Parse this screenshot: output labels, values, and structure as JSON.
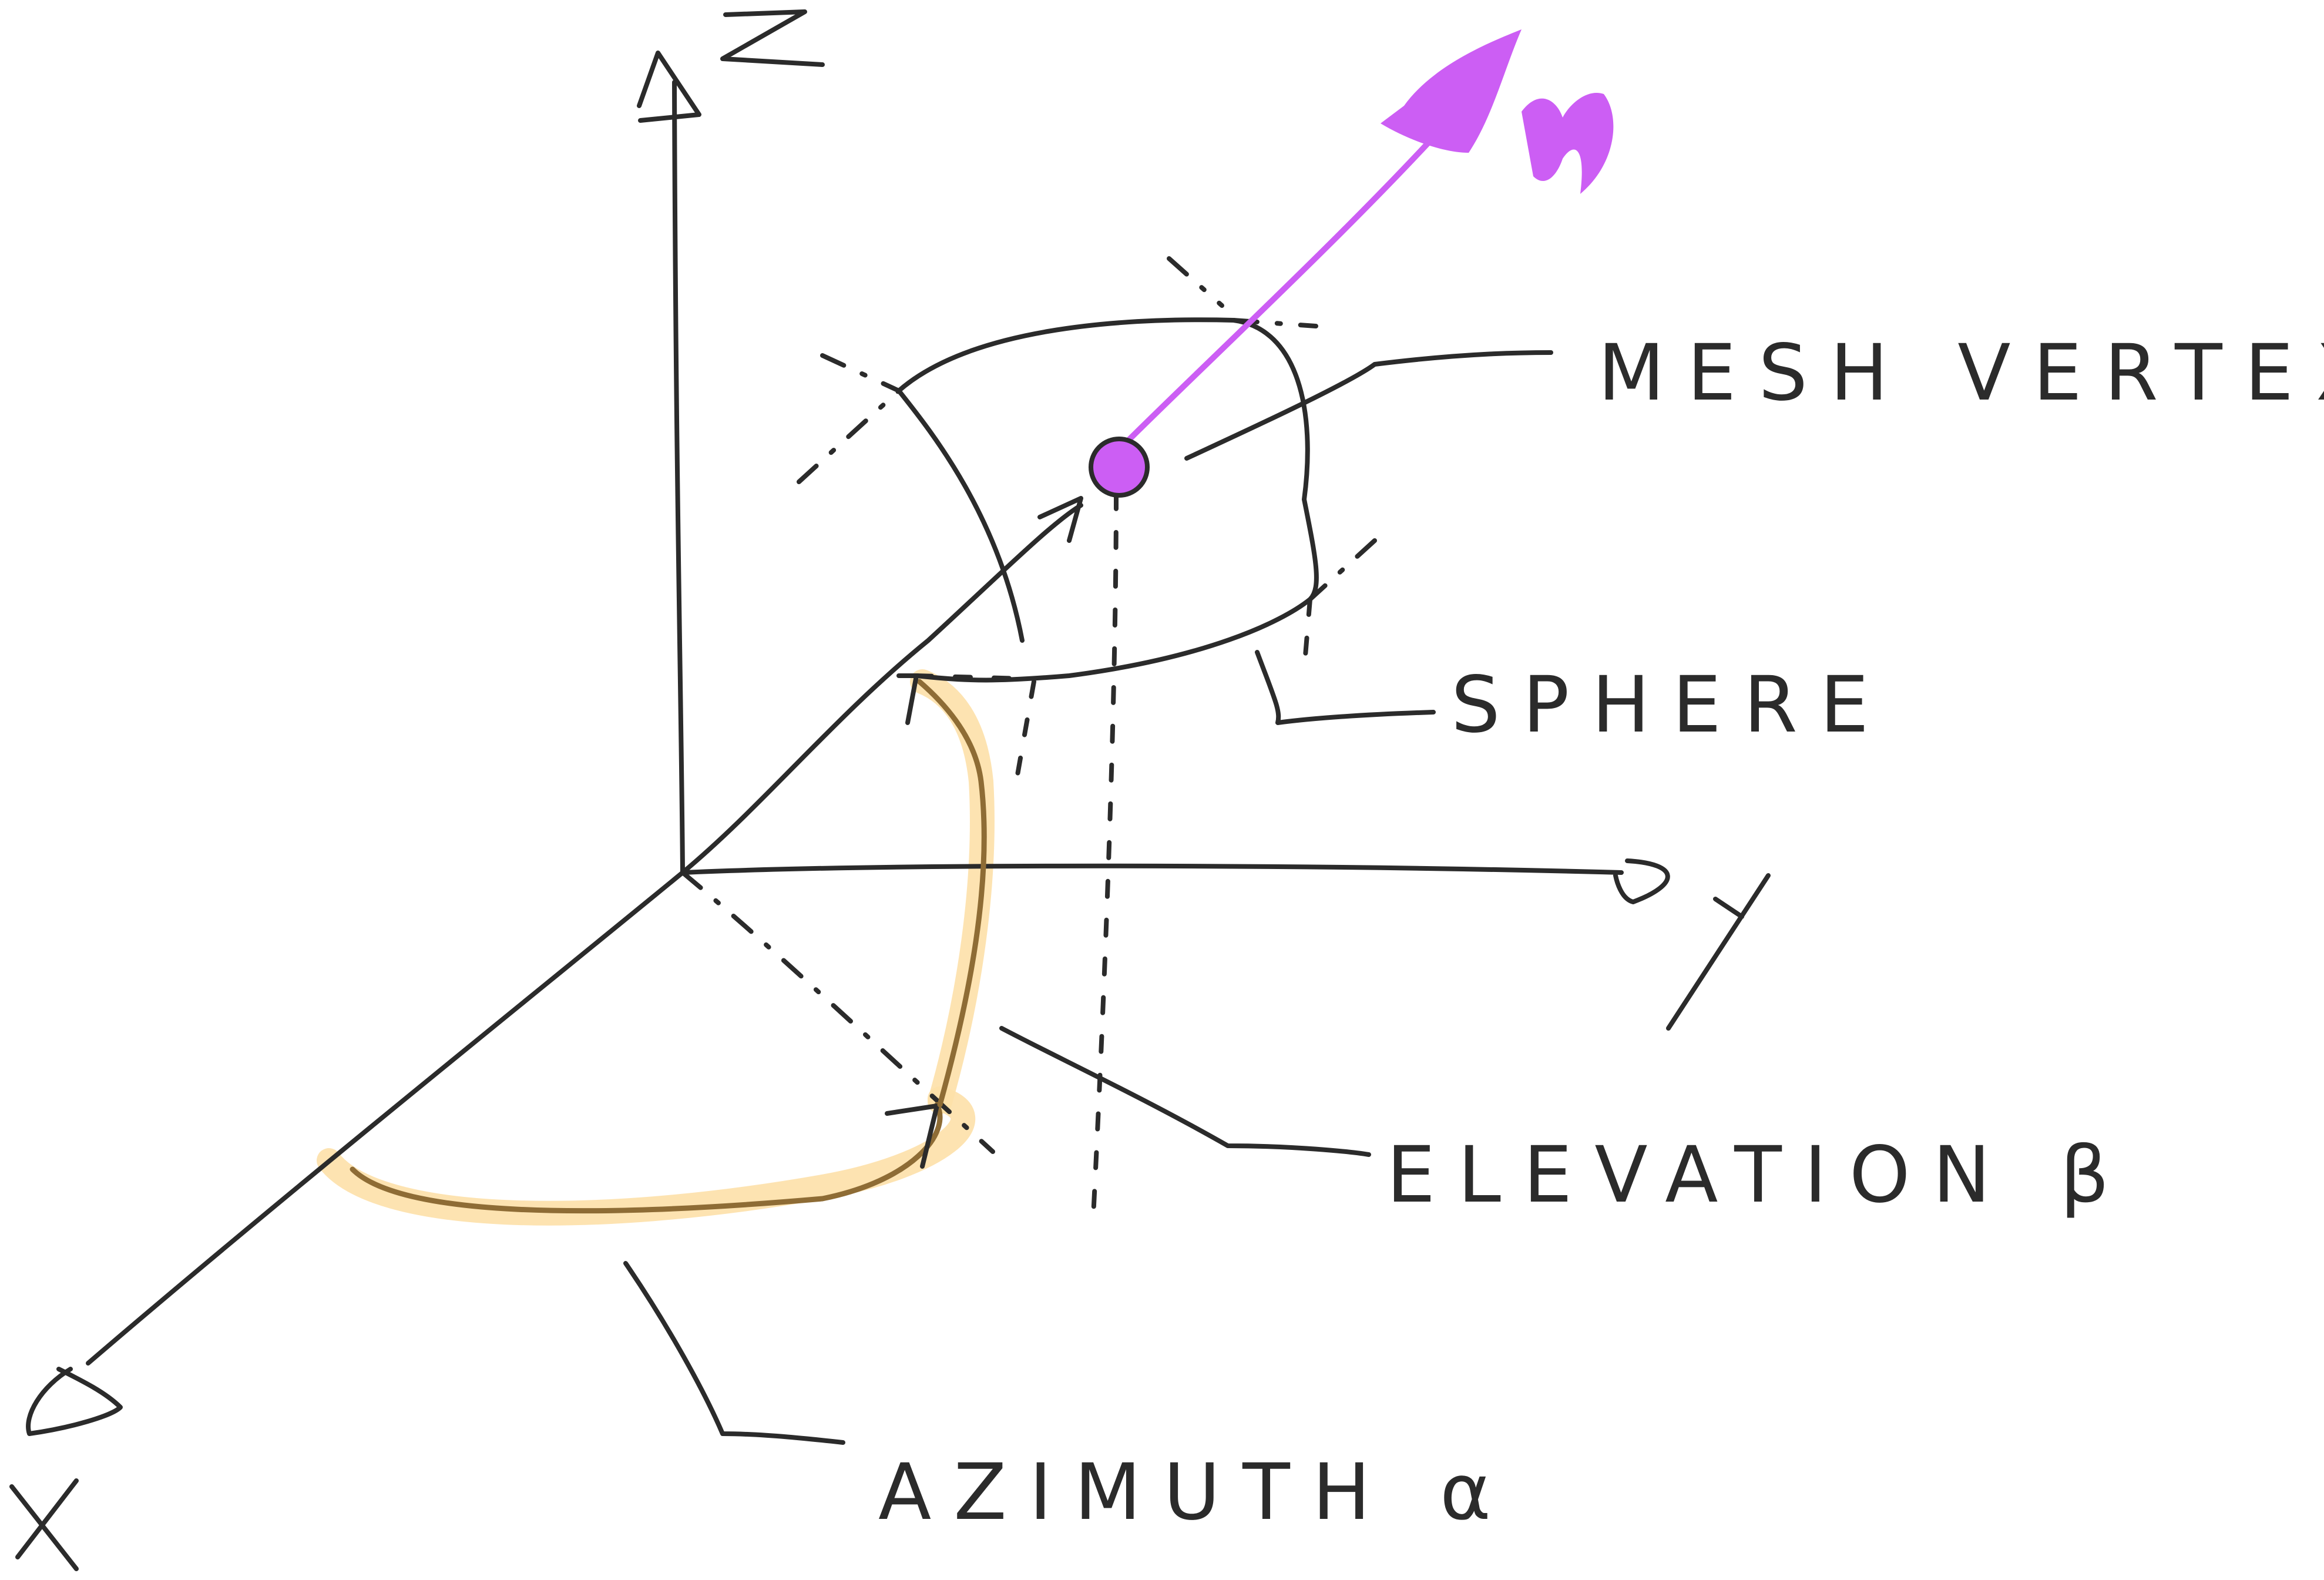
{
  "diagram": {
    "axes": {
      "x": "X",
      "y": "Y",
      "z": "Z"
    },
    "labels": {
      "mesh_vertex": "MESH VERTEX",
      "sphere": "SPHERE",
      "elevation": "ELEVATION β",
      "azimuth": "AZIMUTH α"
    },
    "normal_vector_label": "n",
    "colors": {
      "ink": "#2b2b2b",
      "highlight": "#fde0a8",
      "arc": "#8e6c35",
      "vertex_normal": "#cc5ef4"
    }
  }
}
